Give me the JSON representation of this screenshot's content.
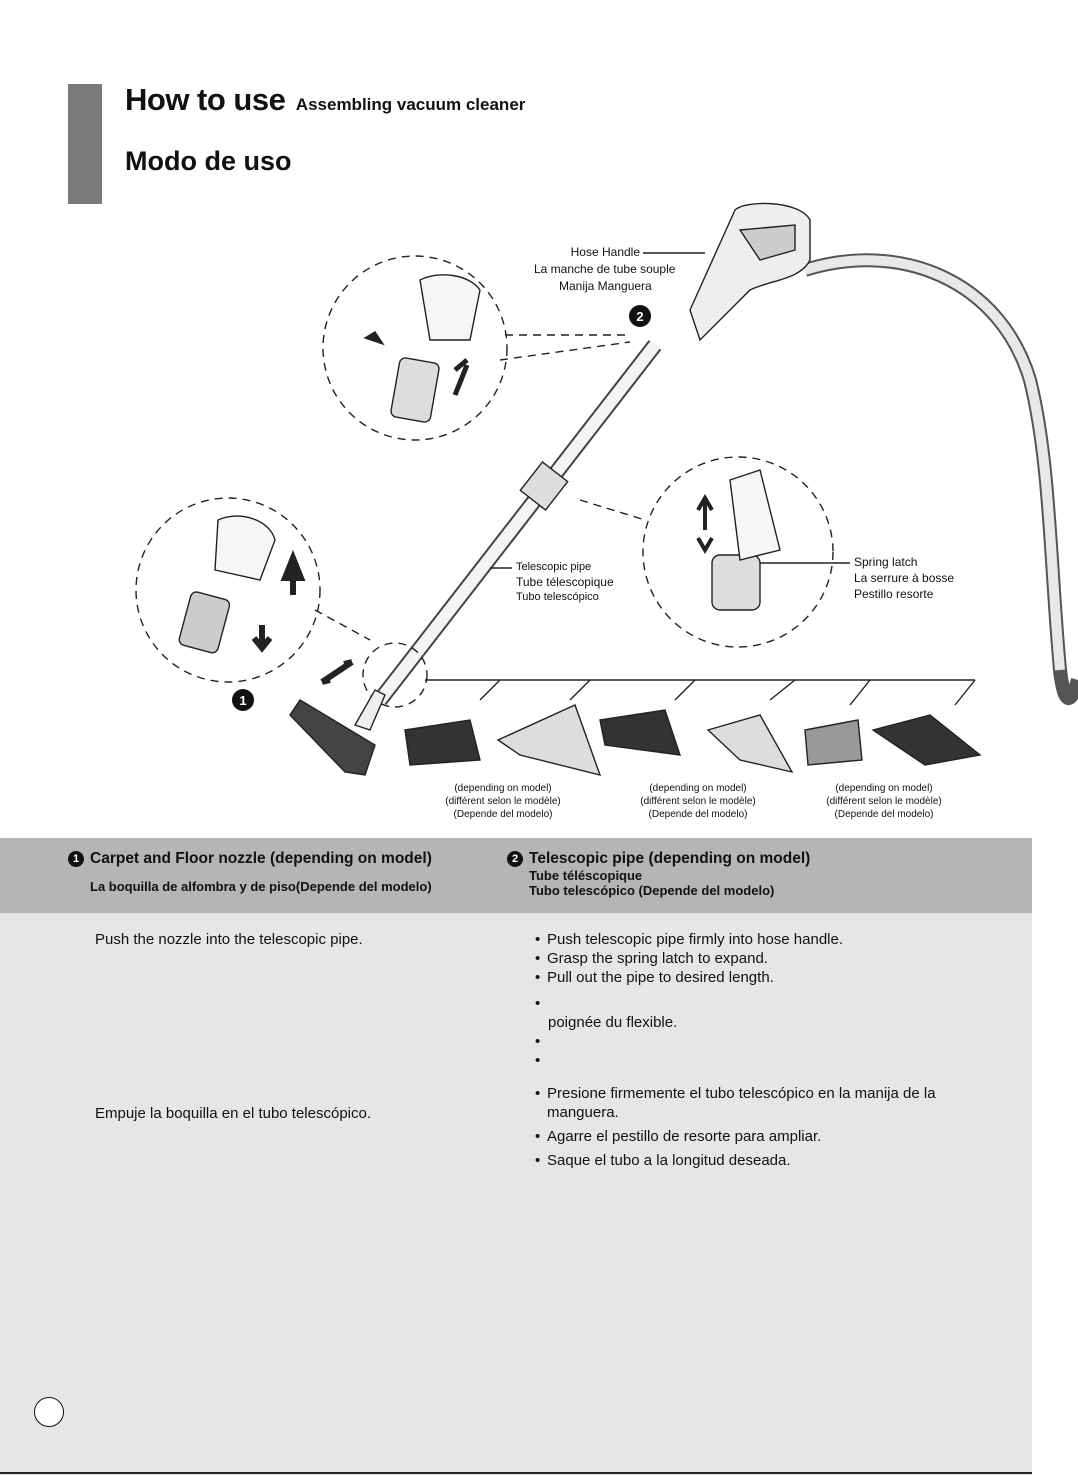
{
  "header": {
    "title": "How to use",
    "subtitle": "Assembling vacuum cleaner",
    "title_es": "Modo de uso"
  },
  "diagram": {
    "hose_handle": [
      "Hose Handle",
      "La manche de tube souple",
      "Manija Manguera"
    ],
    "telescopic_pipe": [
      "Telescopic pipe",
      "Tube télescopique",
      "Tubo telescópico"
    ],
    "spring_latch": [
      "Spring latch",
      "La serrure à bosse",
      "Pestillo resorte"
    ],
    "step1_badge": "1",
    "step2_badge": "2",
    "model_note": [
      "(depending on model)",
      "(différent selon le modèle)",
      "(Depende del modelo)"
    ]
  },
  "section1": {
    "badge": "1",
    "heading_en": "Carpet and Floor nozzle (depending on model)",
    "heading_es": "La boquilla de alfombra y de piso(Depende del modelo)",
    "text_en": "Push the nozzle into the telescopic pipe.",
    "text_es": "Empuje la boquilla en el tubo telescópico."
  },
  "section2": {
    "badge": "2",
    "heading_en": "Telescopic pipe (depending on model)",
    "heading_fr": "Tube téléscopique",
    "heading_es": "Tubo telescópico (Depende del modelo)",
    "bullets_en": [
      "Push telescopic pipe firmly into hose handle.",
      "Grasp the spring latch to expand.",
      "Pull out the pipe to desired length."
    ],
    "fr_fragment": "poignée du  flexible.",
    "bullets_es": [
      "Presione firmemente el tubo telescópico en la manija de la manguera.",
      "Agarre el pestillo de resorte para ampliar.",
      "Saque el tubo a la longitud deseada."
    ]
  }
}
